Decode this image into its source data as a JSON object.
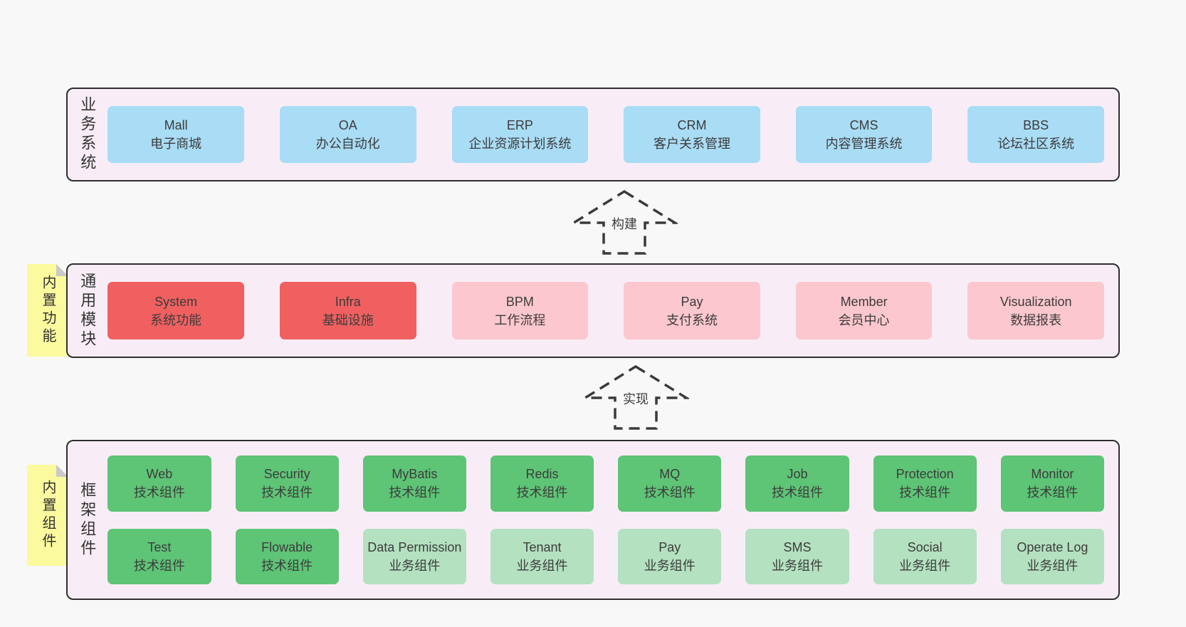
{
  "colors": {
    "page-bg": "#f8f8f8",
    "section-bg": "#f8edf6",
    "line": "#2e2e2e",
    "text": "#3c3c3c",
    "blue": "#a9dcf5",
    "red": "#f06060",
    "pink": "#fcc7ce",
    "green": "#5ec476",
    "light-green": "#b4e1c0",
    "yellow": "#fbfa9e",
    "fold": "#c9c9c9"
  },
  "arrows": {
    "build": "构建",
    "implement": "实现"
  },
  "business": {
    "label": "业务系统",
    "boxes": [
      {
        "title": "Mall",
        "subtitle": "电子商城"
      },
      {
        "title": "OA",
        "subtitle": "办公自动化"
      },
      {
        "title": "ERP",
        "subtitle": "企业资源计划系统"
      },
      {
        "title": "CRM",
        "subtitle": "客户关系管理"
      },
      {
        "title": "CMS",
        "subtitle": "内容管理系统"
      },
      {
        "title": "BBS",
        "subtitle": "论坛社区系统"
      }
    ]
  },
  "modules": {
    "label": "通用模块",
    "tab": "内置功能",
    "boxes": [
      {
        "title": "System",
        "subtitle": "系统功能"
      },
      {
        "title": "Infra",
        "subtitle": "基础设施"
      },
      {
        "title": "BPM",
        "subtitle": "工作流程"
      },
      {
        "title": "Pay",
        "subtitle": "支付系统"
      },
      {
        "title": "Member",
        "subtitle": "会员中心"
      },
      {
        "title": "Visualization",
        "subtitle": "数据报表"
      }
    ]
  },
  "framework": {
    "label": "框架组件",
    "tab": "内置组件",
    "row1": [
      {
        "title": "Web",
        "subtitle": "技术组件"
      },
      {
        "title": "Security",
        "subtitle": "技术组件"
      },
      {
        "title": "MyBatis",
        "subtitle": "技术组件"
      },
      {
        "title": "Redis",
        "subtitle": "技术组件"
      },
      {
        "title": "MQ",
        "subtitle": "技术组件"
      },
      {
        "title": "Job",
        "subtitle": "技术组件"
      },
      {
        "title": "Protection",
        "subtitle": "技术组件"
      },
      {
        "title": "Monitor",
        "subtitle": "技术组件"
      }
    ],
    "row2": [
      {
        "title": "Test",
        "subtitle": "技术组件"
      },
      {
        "title": "Flowable",
        "subtitle": "技术组件"
      },
      {
        "title": "Data Permission",
        "subtitle": "业务组件"
      },
      {
        "title": "Tenant",
        "subtitle": "业务组件"
      },
      {
        "title": "Pay",
        "subtitle": "业务组件"
      },
      {
        "title": "SMS",
        "subtitle": "业务组件"
      },
      {
        "title": "Social",
        "subtitle": "业务组件"
      },
      {
        "title": "Operate Log",
        "subtitle": "业务组件"
      }
    ]
  }
}
